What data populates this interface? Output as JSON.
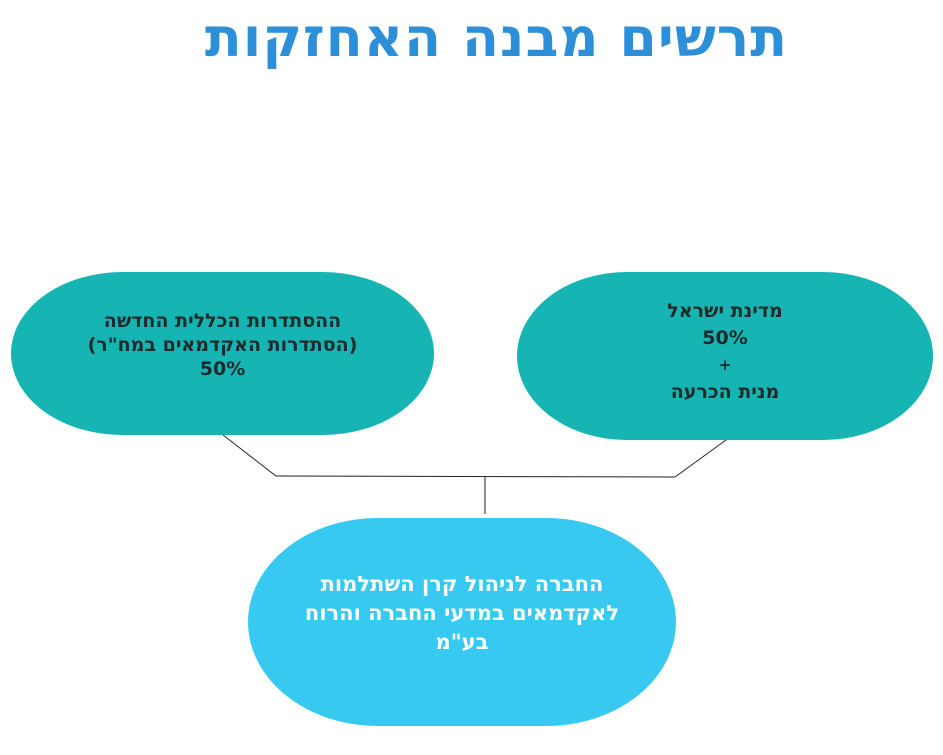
{
  "title": "תרשים מבנה האחזקות",
  "colors": {
    "title": "#2d8fd7",
    "parent_nodes": "#17b4b4",
    "child_node": "#38c9f0",
    "connector": "#222222"
  },
  "nodes": {
    "left": {
      "lines": [
        "ההסתדרות הכללית החדשה",
        "(הסתדרות האקדמאים במח\"ר)",
        "50%"
      ]
    },
    "right": {
      "lines": [
        "מדינת ישראל",
        "50%",
        "+",
        "מנית הכרעה"
      ]
    },
    "bottom": {
      "lines": [
        "החברה לניהול קרן השתלמות",
        "לאקדמאים במדעי החברה והרוח",
        "בע\"מ"
      ]
    }
  }
}
